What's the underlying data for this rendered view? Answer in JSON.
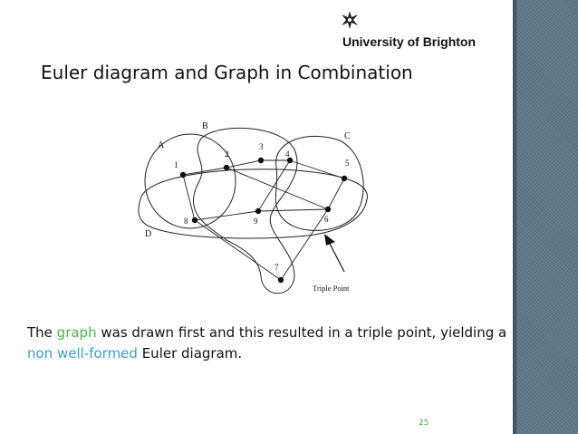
{
  "header": {
    "logo_text": "University of Brighton",
    "logo_icon": "star-logo-icon"
  },
  "slide": {
    "title": "Euler diagram and Graph in Combination",
    "caption_part1": "The ",
    "caption_graph": "graph",
    "caption_part2": " was drawn first and this resulted in a triple point, yielding a ",
    "caption_nwf": "non well-formed",
    "caption_part3": " Euler diagram.",
    "page_number": "25"
  },
  "figure": {
    "curve_labels": {
      "a": "A",
      "b": "B",
      "c": "C",
      "d": "D"
    },
    "node_labels": [
      "1",
      "2",
      "3",
      "4",
      "5",
      "6",
      "7",
      "8",
      "9"
    ],
    "annotation": "Triple Point"
  },
  "colors": {
    "highlight_green": "#4fb04f",
    "highlight_teal": "#3a9fbf",
    "sidebar": "#5d7688"
  }
}
